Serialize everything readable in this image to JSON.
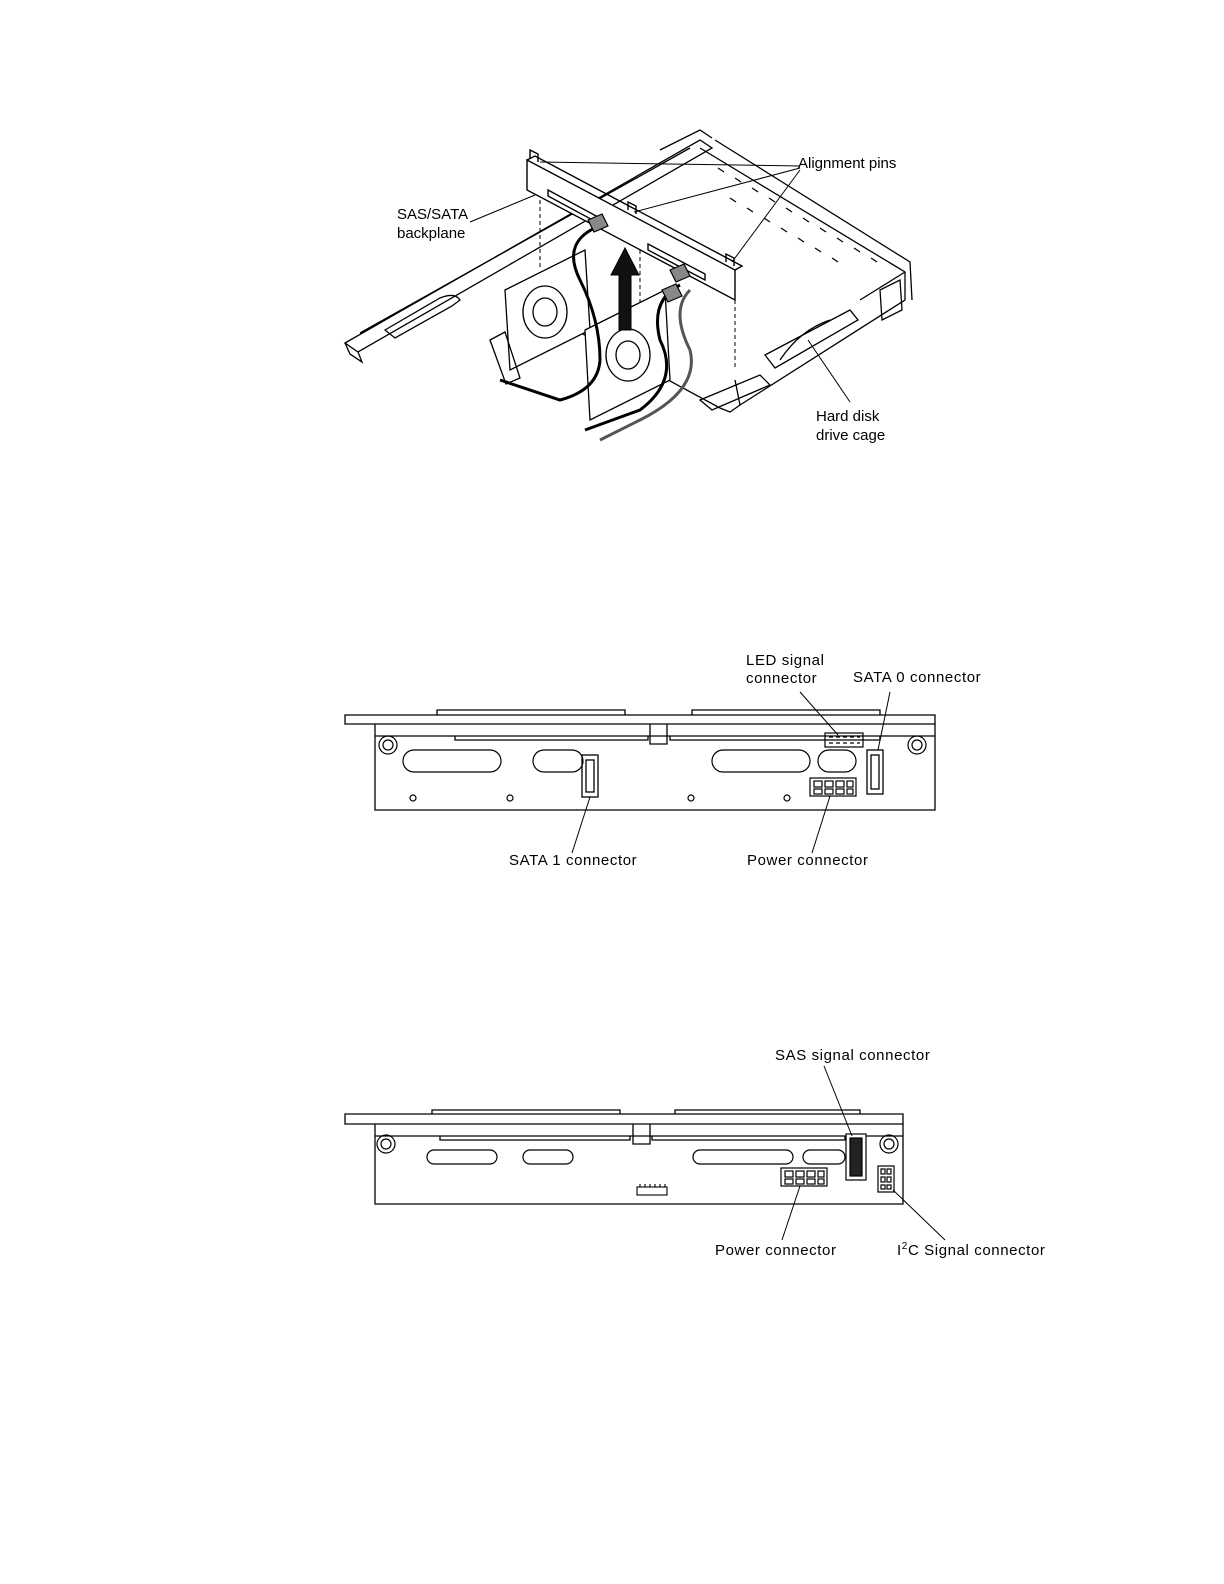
{
  "figure1": {
    "labels": {
      "alignment_pins": "Alignment pins",
      "backplane_line1": "SAS/SATA",
      "backplane_line2": "backplane",
      "cage_line1": "Hard disk",
      "cage_line2": "drive cage"
    }
  },
  "figure2": {
    "labels": {
      "led_line1": "LED signal",
      "led_line2": "connector",
      "sata0": "SATA 0 connector",
      "sata1": "SATA 1 connector",
      "power": "Power connector"
    }
  },
  "figure3": {
    "labels": {
      "sas_signal": "SAS signal connector",
      "power": "Power connector",
      "i2c_prefix": "I",
      "i2c_sup": "2",
      "i2c_rest": "C Signal connector"
    }
  }
}
